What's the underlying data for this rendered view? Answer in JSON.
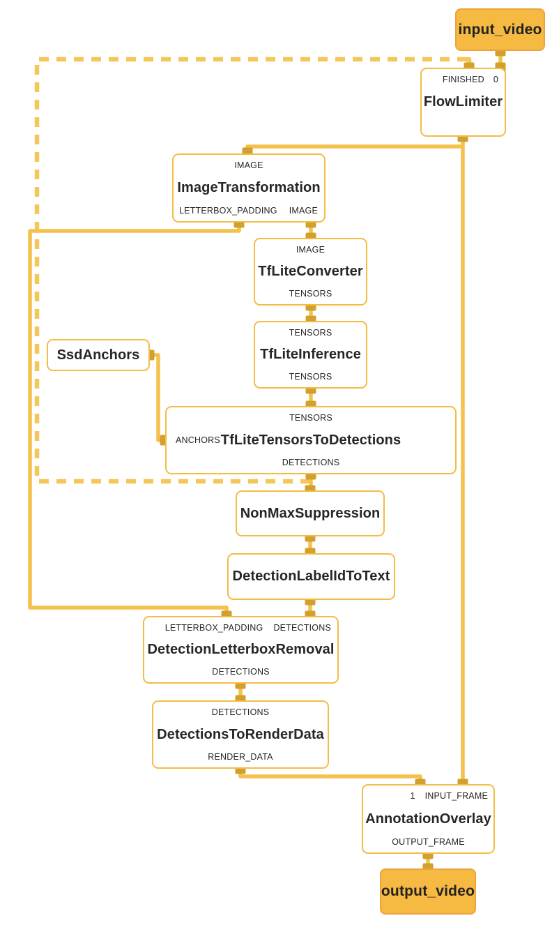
{
  "colors": {
    "edge": "#F4C24C",
    "edge_dashed": "#F5C75A",
    "port": "#D2A02E",
    "node_border": "#F3BC44",
    "stream_fill": "#F6B942",
    "stream_border": "#EDA33C",
    "text": "#262626"
  },
  "nodes": {
    "input_video": {
      "label": "input_video"
    },
    "flow_limiter": {
      "label": "FlowLimiter",
      "in_finished": "FINISHED",
      "in_0": "0"
    },
    "image_transformation": {
      "label": "ImageTransformation",
      "in_image": "IMAGE",
      "out_letterbox_padding": "LETTERBOX_PADDING",
      "out_image": "IMAGE"
    },
    "tflite_converter": {
      "label": "TfLiteConverter",
      "in_image": "IMAGE",
      "out_tensors": "TENSORS"
    },
    "tflite_inference": {
      "label": "TfLiteInference",
      "in_tensors": "TENSORS",
      "out_tensors": "TENSORS"
    },
    "ssd_anchors": {
      "label": "SsdAnchors"
    },
    "tflite_tensors_to_detections": {
      "label": "TfLiteTensorsToDetections",
      "in_tensors": "TENSORS",
      "in_anchors": "ANCHORS",
      "out_detections": "DETECTIONS"
    },
    "non_max_suppression": {
      "label": "NonMaxSuppression"
    },
    "detection_label_id_to_text": {
      "label": "DetectionLabelIdToText"
    },
    "detection_letterbox_removal": {
      "label": "DetectionLetterboxRemoval",
      "in_letterbox_padding": "LETTERBOX_PADDING",
      "in_detections": "DETECTIONS",
      "out_detections": "DETECTIONS"
    },
    "detections_to_render_data": {
      "label": "DetectionsToRenderData",
      "in_detections": "DETECTIONS",
      "out_render_data": "RENDER_DATA"
    },
    "annotation_overlay": {
      "label": "AnnotationOverlay",
      "in_1": "1",
      "in_input_frame": "INPUT_FRAME",
      "out_output_frame": "OUTPUT_FRAME"
    },
    "output_video": {
      "label": "output_video"
    }
  }
}
